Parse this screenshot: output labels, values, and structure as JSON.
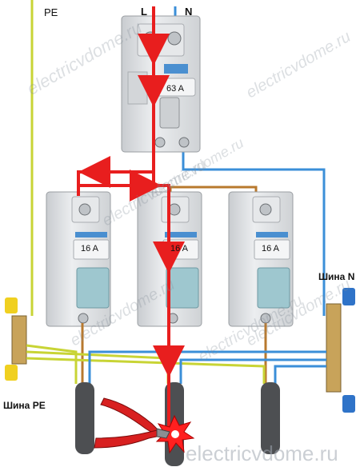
{
  "labels": {
    "pe": "PE",
    "l": "L",
    "n": "N",
    "bus_n": "Шина N",
    "bus_pe": "Шина PE"
  },
  "rcd": {
    "rating": "63 A"
  },
  "breakers": [
    {
      "rating": "16 A"
    },
    {
      "rating": "16 A"
    },
    {
      "rating": "16 A"
    }
  ],
  "watermark": "electricvdome.ru",
  "watermark_site": "electricvdome.ru",
  "colors": {
    "phase_current": "#e81e1e",
    "neutral_wire": "#3b8fd8",
    "pe_wire": "#c8d435",
    "phase_wire": "#b8792e",
    "breaker_body": "#dcdfe2",
    "lever": "#9ec7cf"
  }
}
